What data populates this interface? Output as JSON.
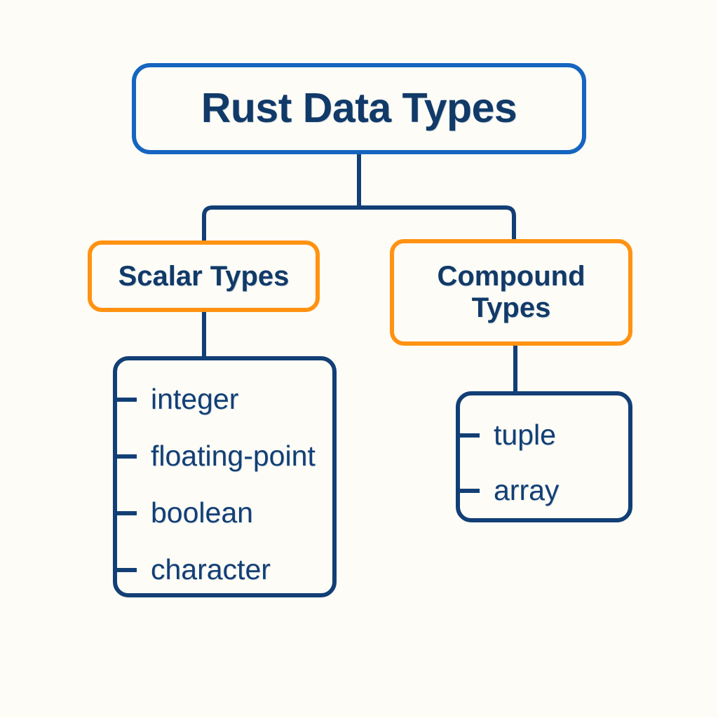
{
  "diagram": {
    "title": "Rust Data Types",
    "type": "hierarchy-tree",
    "background_color": "#FDFCF7",
    "colors": {
      "title_border": "#1565C0",
      "category_border": "#FF9212",
      "leaf_border": "#123F75",
      "text_navy": "#113A68"
    },
    "root": {
      "label": "Rust Data Types"
    },
    "categories": [
      {
        "id": "scalar",
        "label": "Scalar Types",
        "border_color": "#FF9212",
        "leaves": [
          {
            "label": "integer"
          },
          {
            "label": "floating-point"
          },
          {
            "label": "boolean"
          },
          {
            "label": "character"
          }
        ]
      },
      {
        "id": "compound",
        "label": "Compound Types",
        "border_color": "#FF9212",
        "leaves": [
          {
            "label": "tuple"
          },
          {
            "label": "array"
          }
        ]
      }
    ]
  }
}
